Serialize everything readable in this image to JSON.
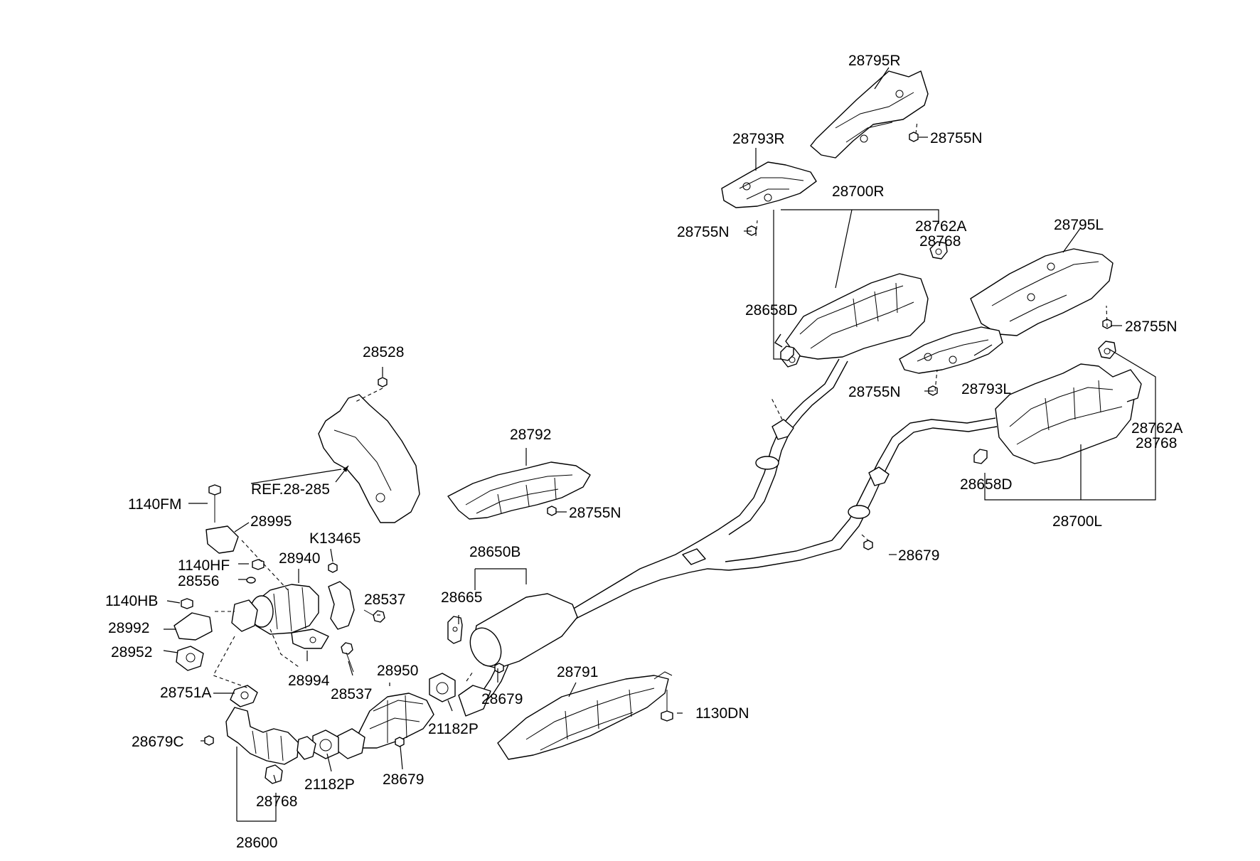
{
  "diagram": {
    "labels": {
      "p28795R": "28795R",
      "p28755N_a": "28755N",
      "p28793R": "28793R",
      "p28700R": "28700R",
      "p28755N_b": "28755N",
      "p28762A_a": "28762A",
      "p28768_a": "28768",
      "p28795L": "28795L",
      "p28658D_a": "28658D",
      "p28755N_c": "28755N",
      "p28755N_d": "28755N",
      "p28793L": "28793L",
      "p28762A_b": "28762A",
      "p28768_b": "28768",
      "p28658D_b": "28658D",
      "p28700L": "28700L",
      "p28679_a": "28679",
      "p28528": "28528",
      "ref": "REF.28-285",
      "p28792": "28792",
      "p28755N_e": "28755N",
      "p1140FM": "1140FM",
      "p28995": "28995",
      "pK13465": "K13465",
      "p28940": "28940",
      "p1140HF": "1140HF",
      "p28556": "28556",
      "p28650B": "28650B",
      "p1140HB": "1140HB",
      "p28537_a": "28537",
      "p28665": "28665",
      "p28992": "28992",
      "p28952": "28952",
      "p28994": "28994",
      "p28537_b": "28537",
      "p28950": "28950",
      "p28791": "28791",
      "p28679_b": "28679",
      "p28751A": "28751A",
      "p1130DN": "1130DN",
      "p21182P_a": "21182P",
      "p28679C": "28679C",
      "p21182P_b": "21182P",
      "p28679_c": "28679",
      "p28768_c": "28768",
      "p28600": "28600"
    }
  }
}
